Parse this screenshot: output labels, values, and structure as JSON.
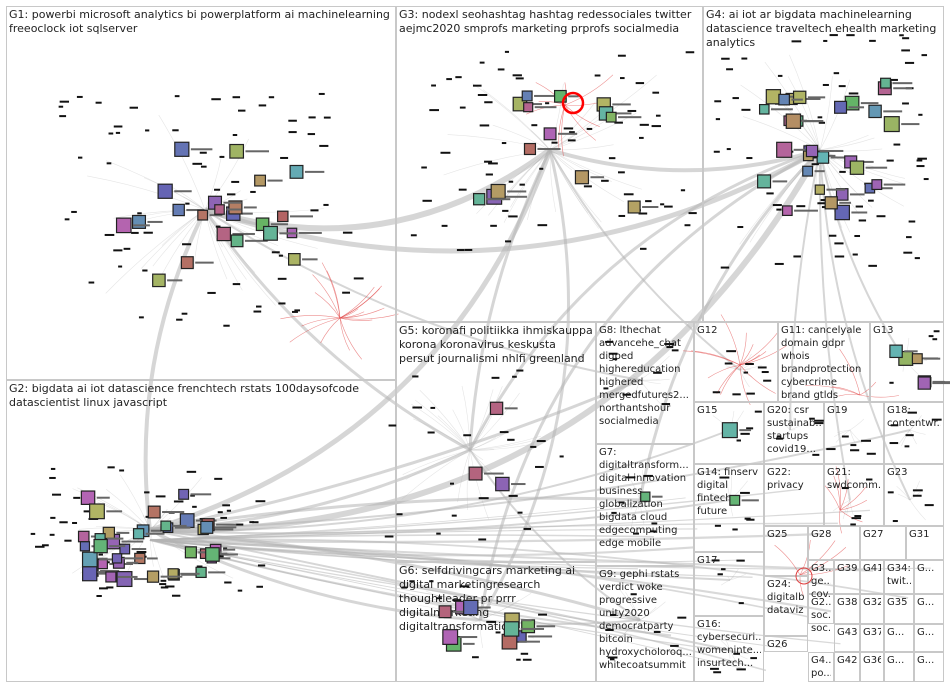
{
  "graph": {
    "title": "",
    "groups": [
      {
        "id": "G1",
        "label": "G1: powerbi microsoft analytics bi powerplatform ai machinelearning freeoclock iot sqlserver"
      },
      {
        "id": "G2",
        "label": "G2: bigdata ai iot datascience frenchtech rstats 100daysofcode datascientist linux javascript"
      },
      {
        "id": "G3",
        "label": "G3: nodexl seohashtag hashtag redessociales twitter aejmc2020 smprofs marketing prprofs socialmedia"
      },
      {
        "id": "G4",
        "label": "G4: ai iot ar bigdata machinelearning datascience traveltech ehealth marketing analytics"
      },
      {
        "id": "G5",
        "label": "G5: koronafi politiikka ihmiskauppa korona koronavirus keskusta persut journalismi nhlfi greenland"
      },
      {
        "id": "G6",
        "label": "G6: selfdrivingcars marketing ai digital marketingresearch thoughtleader pr prrr digitalmarketing digitaltransformation"
      },
      {
        "id": "G7",
        "label": "G7: digitaltransform... digital innovation business globalization bigdata cloud edgecomputing edge mobile"
      },
      {
        "id": "G8",
        "label": "G8: lthechat advancehe_chat digped highereducation highered mergedfutures2... northantshour socialmedia"
      },
      {
        "id": "G9",
        "label": "G9: gephi rstats verdict woke progressive unity2020 democratparty bitcoin hydroxycholoroq... whitecoatsummit"
      },
      {
        "id": "G11",
        "label": "G11: cancelyale domain gdpr whois brandprotection cybercrime brand gtlds"
      },
      {
        "id": "G12",
        "label": "G12"
      },
      {
        "id": "G13",
        "label": "G13"
      },
      {
        "id": "G14",
        "label": "G14: finserv digital fintech future"
      },
      {
        "id": "G15",
        "label": "G15"
      },
      {
        "id": "G16",
        "label": "G16: cybersecuri... womeninte... insurtech..."
      },
      {
        "id": "G17",
        "label": "G17"
      },
      {
        "id": "G18",
        "label": "G18: contentwr..."
      },
      {
        "id": "G19",
        "label": "G19"
      },
      {
        "id": "G20",
        "label": "G20: csr sustainab... startups covid19..."
      },
      {
        "id": "G21",
        "label": "G21: swdcomm..."
      },
      {
        "id": "G22",
        "label": "G22: privacy"
      },
      {
        "id": "G23",
        "label": "G23"
      },
      {
        "id": "G24",
        "label": "G24: digitalb... dataviz"
      },
      {
        "id": "G25",
        "label": "G25"
      },
      {
        "id": "G26",
        "label": "G26"
      },
      {
        "id": "G27",
        "label": "G27"
      },
      {
        "id": "G28",
        "label": "G28"
      },
      {
        "id": "G29",
        "label": "G2... soc... soc..."
      },
      {
        "id": "G30",
        "label": "G3... ge... cov..."
      },
      {
        "id": "G31",
        "label": "G31"
      },
      {
        "id": "G32",
        "label": "G32"
      },
      {
        "id": "G33",
        "label": "G34: twit..."
      },
      {
        "id": "G34",
        "label": "G35"
      },
      {
        "id": "G35",
        "label": "G..."
      },
      {
        "id": "G36",
        "label": "G36"
      },
      {
        "id": "G37",
        "label": "G37"
      },
      {
        "id": "G38",
        "label": "G38"
      },
      {
        "id": "G39",
        "label": "G39"
      },
      {
        "id": "G40",
        "label": "G4... po..."
      },
      {
        "id": "G41",
        "label": "G41"
      },
      {
        "id": "G42",
        "label": "G42"
      },
      {
        "id": "G43",
        "label": "G43"
      },
      {
        "id": "G44",
        "label": "G..."
      },
      {
        "id": "G45",
        "label": "G..."
      },
      {
        "id": "G46",
        "label": "G..."
      },
      {
        "id": "G47",
        "label": "G..."
      },
      {
        "id": "G48",
        "label": "G..."
      }
    ],
    "colors": {
      "edge": "#b4b4b4",
      "edge_red": "#e04040",
      "node": "#111111",
      "highlight": "#ff0000",
      "box_border": "#c8c8c8",
      "text": "#222222"
    }
  }
}
